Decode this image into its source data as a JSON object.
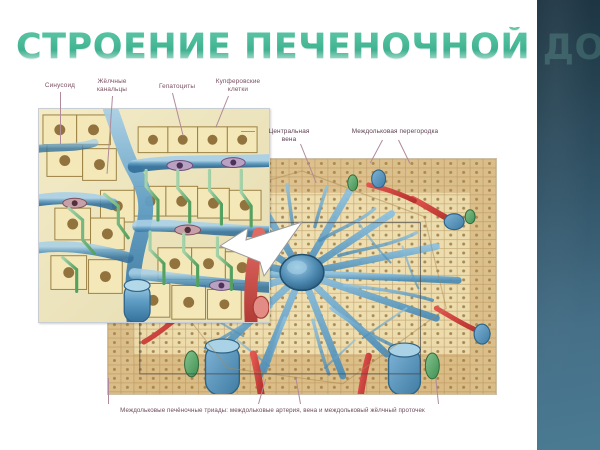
{
  "slide": {
    "title": "СТРОЕНИЕ ПЕЧЕНОЧНОЙ ДОЛЬКИ",
    "title_color": "#3dbb94",
    "background_color": "#ffffff",
    "panel_color_top": "#1d3442",
    "panel_color_bottom": "#4a7a93"
  },
  "labels": {
    "sinusoid": "Синусоид",
    "bile_canaliculi": "Жёлчные\nканальцы",
    "hepatocytes": "Гепатоциты",
    "kupffer_cells": "Купферовские\nклетки",
    "central_vein": "Центральная\nвена",
    "interlobular_septum": "Междольковая перегородка"
  },
  "caption": {
    "text": "Междольковые печёночные триады: междольковые артерия, вена и междольковый жёлчный проточек"
  },
  "figures": {
    "inset": {
      "name": "Микроскопическая структура печёночных балок (увеличенный фрагмент)"
    },
    "lobule": {
      "name": "Печёночная долька с центральной веной и синусоидами"
    },
    "arrow": {
      "name": "Указатель увеличения"
    }
  }
}
